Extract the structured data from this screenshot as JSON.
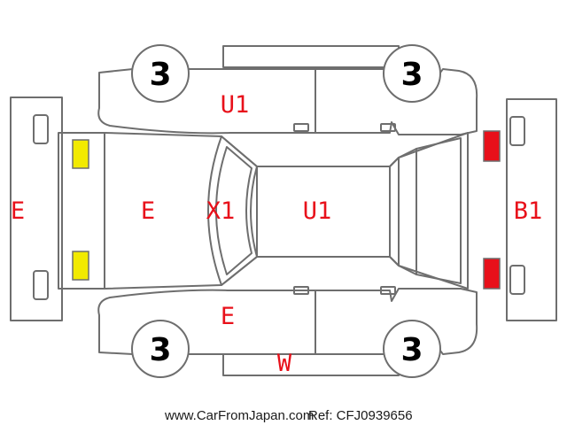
{
  "colors": {
    "outline": "#6e6e6e",
    "mark_text": "#e8101a",
    "tire_text": "#000000",
    "lamp_front": "#f2ea00",
    "lamp_rear": "#e8101a",
    "footer_text": "#1a1a1a"
  },
  "tires": {
    "front_left": "3",
    "rear_left": "3",
    "front_right": "3",
    "rear_right": "3"
  },
  "damage_marks": {
    "front_bumper": "E",
    "hood": "E",
    "windshield": "X1",
    "roof": "U1",
    "left_side_top": "U1",
    "right_side_front": "E",
    "right_side_bottom": "W",
    "rear_bumper": "B1"
  },
  "footer": {
    "site": "www.CarFromJapan.com",
    "ref": "Ref: CFJ0939656"
  }
}
